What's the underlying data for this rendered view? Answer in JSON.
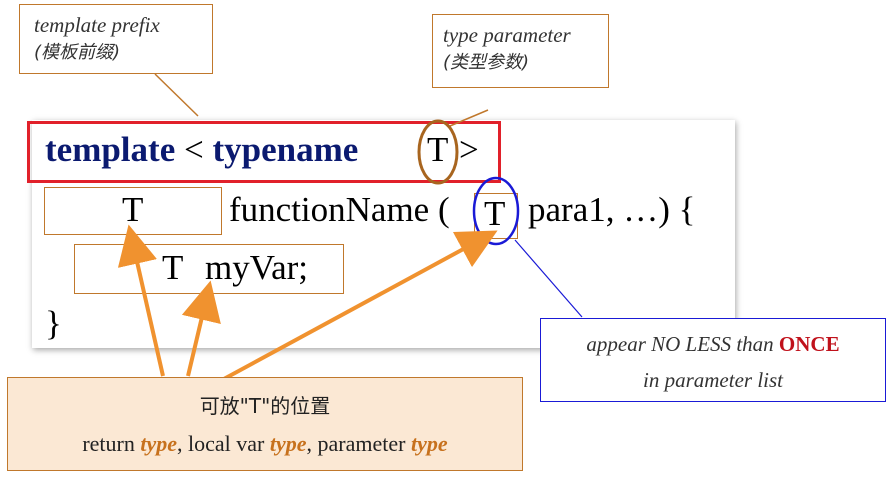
{
  "callouts": {
    "prefix": {
      "line1": "template prefix",
      "line2": "(模板前缀)"
    },
    "type_param": {
      "line1": "type parameter",
      "line2": "(类型参数)"
    },
    "appear": {
      "pre": "appear NO LESS than ",
      "emph": "ONCE",
      "line2": "in parameter list"
    },
    "positions": {
      "title": "可放\"T\"的位置",
      "t1": "return ",
      "e1": "type",
      "t2": ", local var ",
      "e2": "type",
      "t3": ", parameter ",
      "e3": "type"
    }
  },
  "code": {
    "kw_template": "template",
    "lt": " < ",
    "kw_typename": "typename",
    "T": "T",
    "gt": ">",
    "return_T": "T",
    "func": "functionName (",
    "param_T": "T",
    "rest": "para1, …) {",
    "local_T": "T",
    "local_var": "myVar;",
    "close": "}"
  },
  "colors": {
    "keyword": "#0b1a70",
    "orange": "#c7711d",
    "red": "#e1202a",
    "blue": "#1a1ad6"
  }
}
